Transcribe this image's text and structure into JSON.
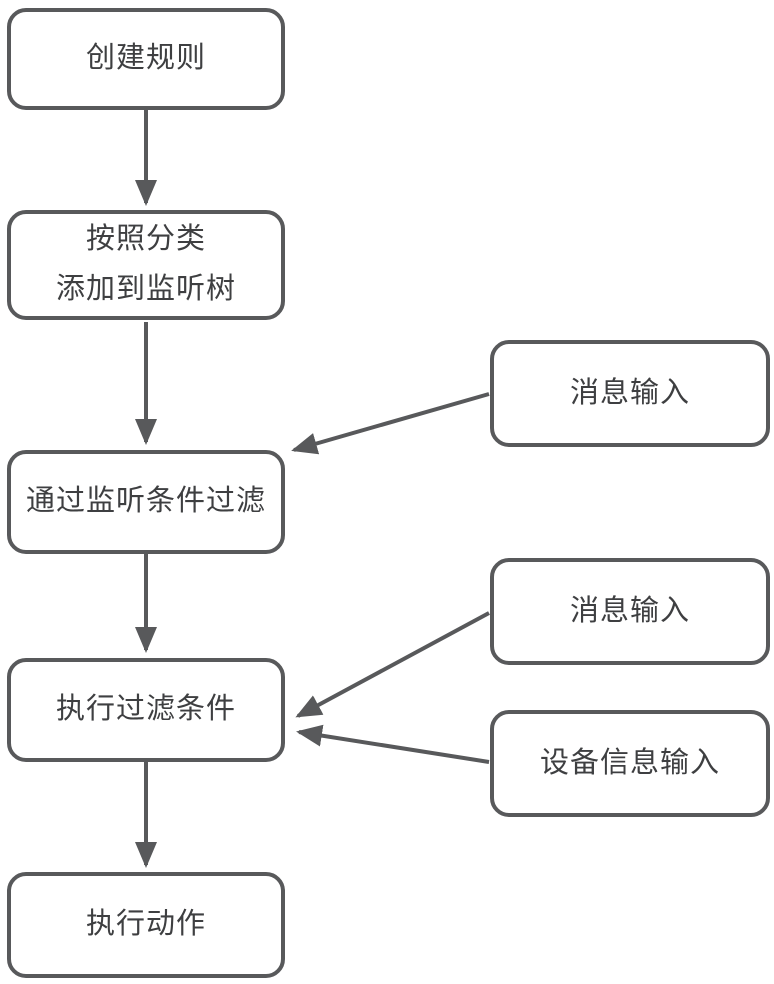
{
  "diagram": {
    "type": "flowchart",
    "colors": {
      "stroke": "#58595b",
      "text": "#3e3f41",
      "background": "#ffffff"
    },
    "nodes": [
      {
        "id": "create-rule",
        "lines": [
          "创建规则"
        ]
      },
      {
        "id": "classify-add-to-listen-tree",
        "lines": [
          "按照分类",
          "添加到监听树"
        ]
      },
      {
        "id": "message-input-1",
        "lines": [
          "消息输入"
        ]
      },
      {
        "id": "filter-by-listen-condition",
        "lines": [
          "通过监听条件过滤"
        ]
      },
      {
        "id": "message-input-2",
        "lines": [
          "消息输入"
        ]
      },
      {
        "id": "device-info-input",
        "lines": [
          "设备信息输入"
        ]
      },
      {
        "id": "execute-filter-condition",
        "lines": [
          "执行过滤条件"
        ]
      },
      {
        "id": "execute-action",
        "lines": [
          "执行动作"
        ]
      }
    ],
    "edges": [
      {
        "from": "create-rule",
        "to": "classify-add-to-listen-tree"
      },
      {
        "from": "classify-add-to-listen-tree",
        "to": "filter-by-listen-condition"
      },
      {
        "from": "message-input-1",
        "to": "filter-by-listen-condition"
      },
      {
        "from": "filter-by-listen-condition",
        "to": "execute-filter-condition"
      },
      {
        "from": "message-input-2",
        "to": "execute-filter-condition"
      },
      {
        "from": "device-info-input",
        "to": "execute-filter-condition"
      },
      {
        "from": "execute-filter-condition",
        "to": "execute-action"
      }
    ]
  }
}
